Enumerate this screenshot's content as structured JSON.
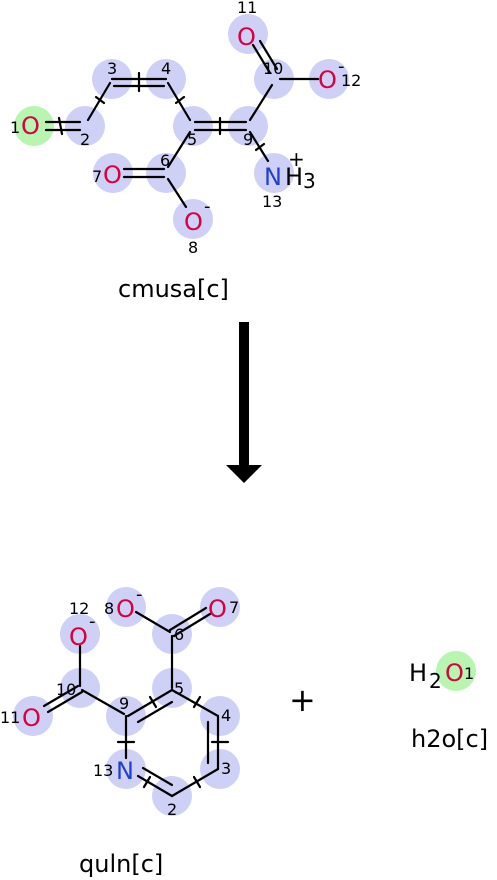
{
  "reaction": {
    "substrate": {
      "name": "cmusa[c]",
      "atoms": [
        {
          "n": "1",
          "el": "O",
          "highlight": "green"
        },
        {
          "n": "2",
          "el": "C",
          "highlight": "blue"
        },
        {
          "n": "3",
          "el": "C",
          "highlight": "blue"
        },
        {
          "n": "4",
          "el": "C",
          "highlight": "blue"
        },
        {
          "n": "5",
          "el": "C",
          "highlight": "blue"
        },
        {
          "n": "6",
          "el": "C",
          "highlight": "blue"
        },
        {
          "n": "7",
          "el": "O",
          "highlight": "blue"
        },
        {
          "n": "8",
          "el": "O",
          "charge": "-",
          "highlight": "blue"
        },
        {
          "n": "9",
          "el": "C",
          "highlight": "blue"
        },
        {
          "n": "10",
          "el": "C",
          "highlight": "blue"
        },
        {
          "n": "11",
          "el": "O",
          "highlight": "blue"
        },
        {
          "n": "12",
          "el": "O",
          "charge": "-",
          "highlight": "blue"
        },
        {
          "n": "13",
          "el": "NH3",
          "charge": "+",
          "highlight": "blue"
        }
      ]
    },
    "products": [
      {
        "name": "quln[c]",
        "atoms": [
          {
            "n": "2",
            "el": "C"
          },
          {
            "n": "3",
            "el": "C"
          },
          {
            "n": "4",
            "el": "C"
          },
          {
            "n": "5",
            "el": "C"
          },
          {
            "n": "6",
            "el": "C"
          },
          {
            "n": "7",
            "el": "O"
          },
          {
            "n": "8",
            "el": "O",
            "charge": "-"
          },
          {
            "n": "9",
            "el": "C"
          },
          {
            "n": "10",
            "el": "C"
          },
          {
            "n": "11",
            "el": "O"
          },
          {
            "n": "12",
            "el": "O",
            "charge": "-"
          },
          {
            "n": "13",
            "el": "N"
          }
        ]
      },
      {
        "name": "h2o[c]",
        "formula_h": "H",
        "formula_sub": "2",
        "formula_o": "O",
        "atom_num": "1"
      }
    ],
    "plus_sign": "+"
  },
  "colors": {
    "oxygen": "#d9003f",
    "nitrogen": "#2040d0",
    "highlight_blue": "#cfd0f5",
    "highlight_green": "#b8f5b0",
    "bond": "#000000",
    "arrow": "#000000"
  }
}
